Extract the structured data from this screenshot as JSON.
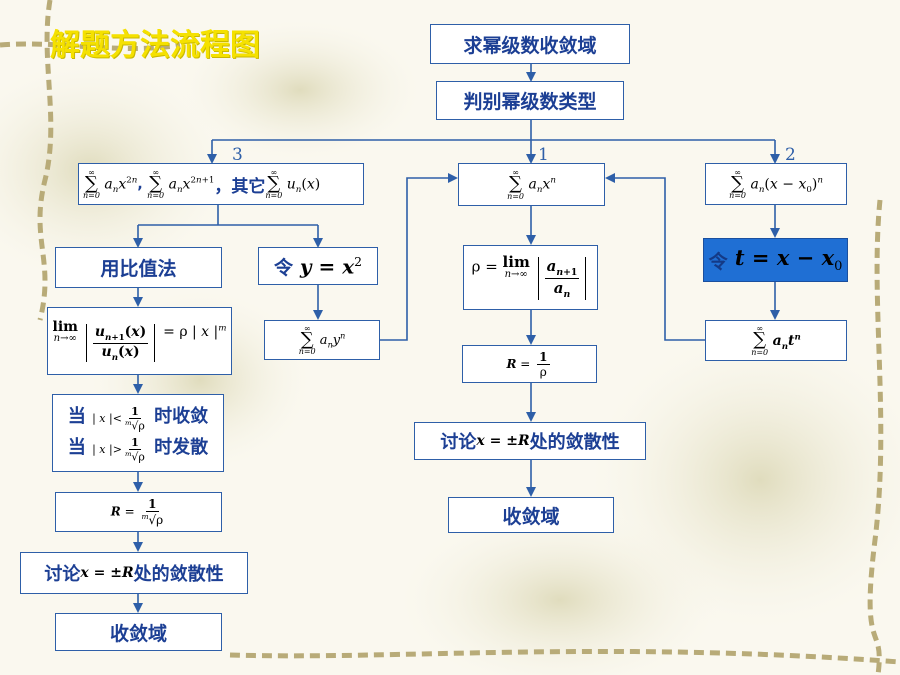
{
  "title": "解题方法流程图",
  "colors": {
    "title": "#f5e100",
    "box_border": "#2e5fa8",
    "box_text": "#1c3f94",
    "highlight_bg": "#1f6fd4",
    "arrow": "#2e5fa8"
  },
  "nodes": {
    "top": "求幂级数收敛域",
    "classify": "判别幂级数类型",
    "ratio_method": "用比值法",
    "converge": "时收敛",
    "diverge": "时发散",
    "when": "当",
    "discuss_left": "处的敛散性",
    "discuss_prefix": "讨论",
    "domain_left": "收敛域",
    "discuss_mid": "处的敛散性",
    "discuss_mid_prefix": "讨论",
    "domain_mid": "收敛域",
    "let_y": "令",
    "let_t": "令",
    "other": "，其它"
  },
  "branch_labels": {
    "left": "3",
    "middle": "1",
    "right": "2"
  }
}
